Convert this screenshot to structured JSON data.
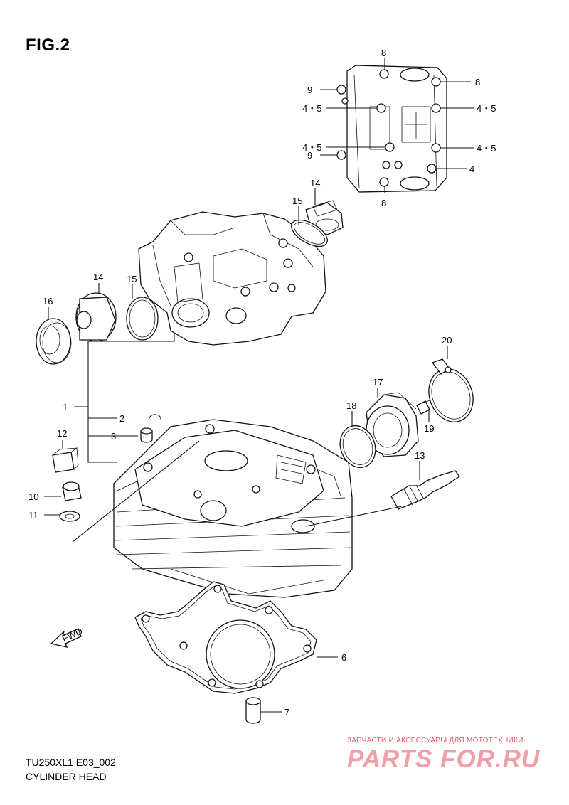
{
  "figure": {
    "title": "FIG.2"
  },
  "footer": {
    "model_code": "TU250XL1 E03_002",
    "caption": "CYLINDER HEAD"
  },
  "watermark": {
    "top_text": "ЗАПЧАСТИ И АКСЕССУАРЫ ДЛЯ МОТОТЕХНИКИ",
    "logo_text": "PARTS FOR.RU"
  },
  "direction_arrow": {
    "label": "FWD"
  },
  "callouts": {
    "c1": "1",
    "c2": "2",
    "c3": "3",
    "c4": "4",
    "c45a": "4・5",
    "c45b": "4・5",
    "c45c": "4・5",
    "c45d": "4・5",
    "c6": "6",
    "c7": "7",
    "c8a": "8",
    "c8b": "8",
    "c8c": "8",
    "c9a": "9",
    "c9b": "9",
    "c10": "10",
    "c11": "11",
    "c12": "12",
    "c13": "13",
    "c14a": "14",
    "c14b": "14",
    "c15a": "15",
    "c15b": "15",
    "c16": "16",
    "c17": "17",
    "c18": "18",
    "c19": "19",
    "c20": "20"
  }
}
